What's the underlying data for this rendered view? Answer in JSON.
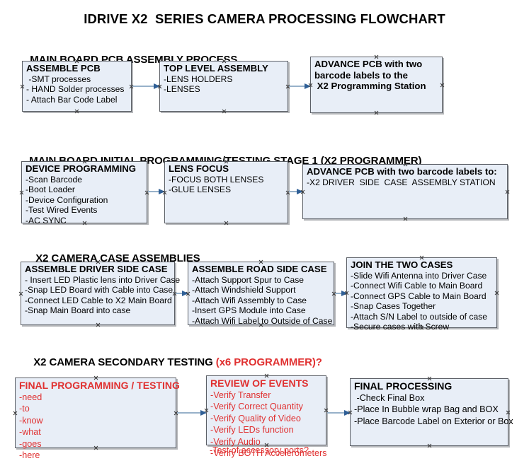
{
  "document": {
    "title": "IDRIVE X2  SERIES CAMERA PROCESSING FLOWCHART",
    "accent_color": "#e03131",
    "node_fill": "#e8eef7",
    "node_border": "#5b5f66",
    "connector_color": "#97b1c9",
    "arrowhead_color": "#2f5f96"
  },
  "sections": [
    {
      "id": "main-board-pcb-assembly-process",
      "header": "MAIN BOARD PCB ASSEMBLY PROCESS",
      "header_accent": "",
      "nodes": [
        {
          "id": "assemble-pcb",
          "title": "ASSEMBLE PCB",
          "lines": [
            " -SMT processes",
            "- HAND Solder processes",
            "- Attach Bar Code Label"
          ]
        },
        {
          "id": "top-level-assembly",
          "title": "TOP LEVEL ASSEMBLY",
          "lines": [
            "-LENS HOLDERS",
            "-LENSES"
          ]
        },
        {
          "id": "advance-pcb-to-x2-programming-station",
          "title": "ADVANCE PCB with two",
          "lines": [
            "barcode labels to the",
            " X2 Programming Station"
          ]
        }
      ]
    },
    {
      "id": "main-board-initial-programming-testing-stage-1",
      "header": "MAIN BOARD INITIAL PROGRAMMING/TESTING STAGE 1 (X2 PROGRAMMER)",
      "header_accent": "",
      "nodes": [
        {
          "id": "device-programming",
          "title": "DEVICE PROGRAMMING",
          "lines": [
            "-Scan Barcode",
            "-Boot Loader",
            "-Device Configuration",
            "-Test Wired Events",
            "-AC SYNC"
          ]
        },
        {
          "id": "lens-focus",
          "title": "LENS FOCUS",
          "lines": [
            "-FOCUS BOTH LENSES",
            "-GLUE LENSES"
          ]
        },
        {
          "id": "advance-pcb-to-driver-side-case-assembly",
          "title": "ADVANCE PCB with two barcode labels to:",
          "lines": [
            "-X2 DRIVER  SIDE  CASE  ASSEMBLY STATION"
          ]
        }
      ]
    },
    {
      "id": "x2-camera-case-assemblies",
      "header": "X2 CAMERA CASE ASSEMBLIES",
      "header_accent": "",
      "nodes": [
        {
          "id": "assemble-driver-side-case",
          "title": "ASSEMBLE DRIVER SIDE CASE",
          "lines": [
            "- Insert LED Plastic lens into Driver Case",
            "-Snap LED Board with Cable into Case",
            "-Connect LED Cable to X2 Main Board",
            "-Snap Main Board into case"
          ]
        },
        {
          "id": "assemble-road-side-case",
          "title": "ASSEMBLE ROAD SIDE CASE",
          "lines": [
            "-Attach Support Spur to Case",
            "-Attach Windshield Support",
            "-Attach Wifi Assembly to Case",
            "-Insert GPS Module into Case",
            "-Attach Wifi Label to Outside of Case"
          ]
        },
        {
          "id": "join-the-two-cases",
          "title": "JOIN THE TWO CASES",
          "lines": [
            "-Slide Wifi Antenna into Driver Case",
            "-Connect Wifi Cable to Main Board",
            "-Connect GPS Cable to Main Board",
            "-Snap Cases Together",
            "-Attach S/N Label to outside of case",
            "-Secure cases with Screw"
          ]
        }
      ]
    },
    {
      "id": "x2-camera-secondary-testing",
      "header": "X2 CAMERA SECONDARY TESTING ",
      "header_accent": "(x6 PROGRAMMER)?",
      "nodes": [
        {
          "id": "final-programming-testing",
          "title": "FINAL PROGRAMMING / TESTING",
          "lines": [
            "-need",
            "-to",
            "-know",
            "-what",
            "-goes",
            "-here"
          ]
        },
        {
          "id": "review-of-events",
          "title": "REVIEW OF EVENTS",
          "lines": [
            "-Verify Transfer",
            "-Verify Correct Quantity",
            "-Verify Quality of Video",
            "-Verify LEDs function",
            "-Verify Audio",
            "-Verify BOTH Accelerometers"
          ],
          "overflow_line": "-Test of accessory ports?"
        },
        {
          "id": "final-processing",
          "title": "FINAL PROCESSING",
          "lines": [
            " -Check Final Box",
            "-Place In Bubble wrap Bag and BOX",
            "-Place Barcode Label on Exterior or Box"
          ]
        }
      ]
    }
  ]
}
